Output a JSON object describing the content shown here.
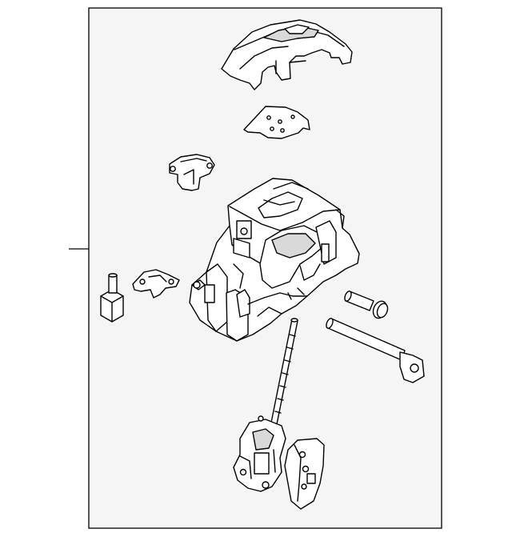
{
  "diagram": {
    "background": "#ffffff",
    "frame_fill": "#f5f5f5",
    "line_color": "#000000",
    "parts": [
      {
        "name": "shift-cover-part"
      },
      {
        "name": "mounting-plate-part"
      },
      {
        "name": "small-bracket-part"
      },
      {
        "name": "shifter-housing-part"
      },
      {
        "name": "switch-connector-part"
      },
      {
        "name": "clip-bracket-part"
      },
      {
        "name": "bolt-part"
      },
      {
        "name": "pivot-pin-part"
      },
      {
        "name": "shift-lever-part"
      },
      {
        "name": "side-bracket-part"
      }
    ]
  }
}
